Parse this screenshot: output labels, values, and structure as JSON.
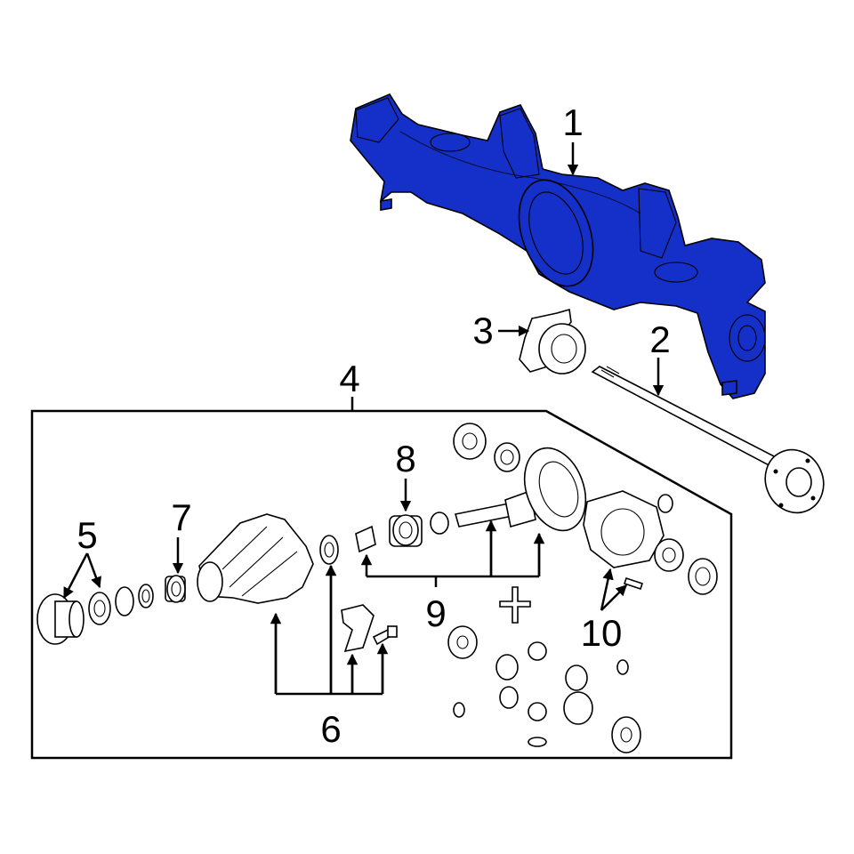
{
  "colors": {
    "highlight": "#1530c8",
    "line": "#000000",
    "background": "#ffffff"
  },
  "callouts": {
    "c1": "1",
    "c2": "2",
    "c3": "3",
    "c4": "4",
    "c5": "5",
    "c6": "6",
    "c7": "7",
    "c8": "8",
    "c9": "9",
    "c10": "10"
  }
}
